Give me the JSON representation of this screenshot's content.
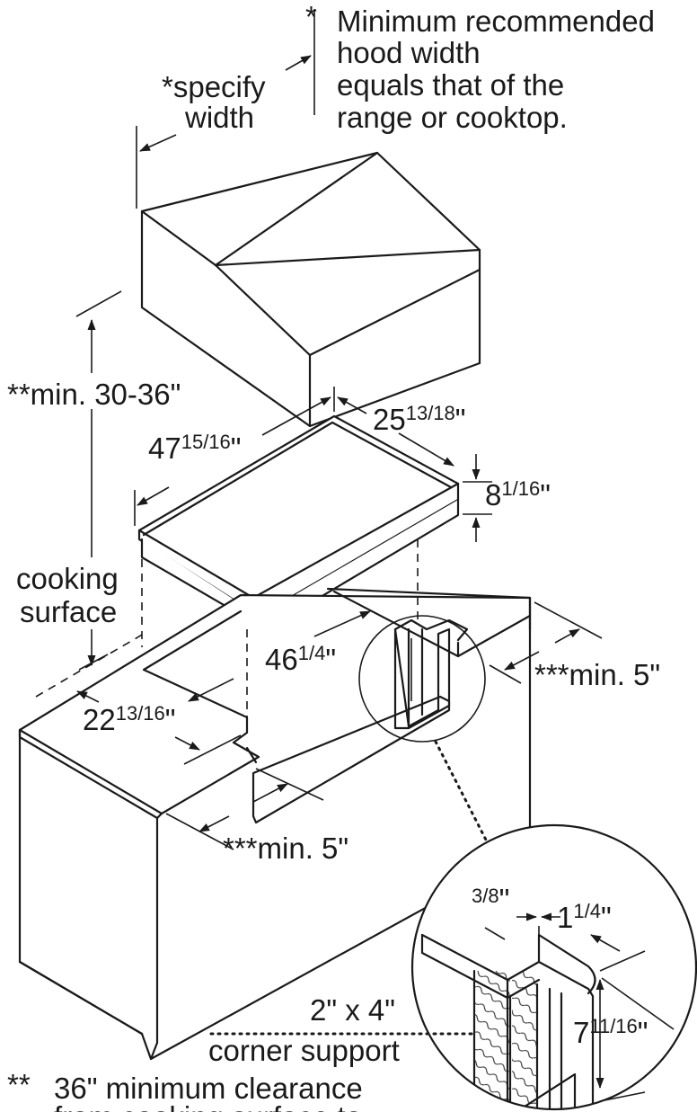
{
  "notes": {
    "star_mark": "*",
    "min_hood_line1": "Minimum recommended",
    "min_hood_line2": "hood width",
    "min_hood_line3": "equals that of the",
    "min_hood_line4": "range or cooktop.",
    "specify_line1": "*specify",
    "specify_line2": "width",
    "double_star": "**",
    "footnote_line1": "36\" minimum clearance",
    "footnote_line2": "from cooking surface to"
  },
  "dimensions": {
    "hood_height": "**min. 30-36\"",
    "width_whole": "47",
    "width_frac": "15/16",
    "width_mark": "\"",
    "depth_whole": "25",
    "depth_frac": "13/18",
    "depth_mark": "\"",
    "height_whole": "8",
    "height_frac": "1/16",
    "height_mark": "\"",
    "cutout_width_whole": "46",
    "cutout_width_frac": "1/4",
    "cutout_width_mark": "\"",
    "cutout_depth_whole": "22",
    "cutout_depth_frac": "13/16",
    "cutout_depth_mark": "\"",
    "min_side_right": "***min. 5\"",
    "min_side_front": "***min. 5\"",
    "detail_thick_frac": "3/8",
    "detail_thick_mark": "\"",
    "detail_ledge_whole": "1",
    "detail_ledge_frac": "1/4",
    "detail_ledge_mark": "\"",
    "detail_depth_whole": "7",
    "detail_depth_frac": "11/16",
    "detail_depth_mark": "\""
  },
  "labels": {
    "cooking_line1": "cooking",
    "cooking_line2": "surface",
    "support_line1": "2\" x 4\"",
    "support_line2": "corner support"
  }
}
